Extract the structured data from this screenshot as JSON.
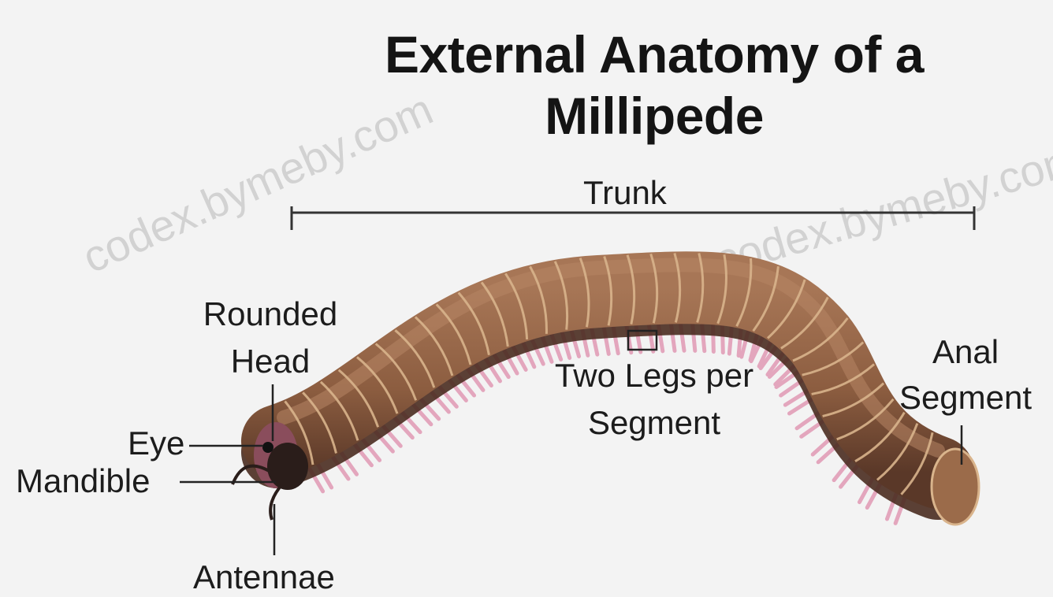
{
  "title": {
    "line1": "External Anatomy of a",
    "line2": "Millipede"
  },
  "watermark": "codex.bymeby.com",
  "labels": {
    "trunk": "Trunk",
    "rounded_head_1": "Rounded",
    "rounded_head_2": "Head",
    "eye": "Eye",
    "mandible": "Mandible",
    "antennae": "Antennae",
    "two_legs_1": "Two Legs per",
    "two_legs_2": "Segment",
    "anal_1": "Anal",
    "anal_2": "Segment"
  },
  "colors": {
    "body": "#9b6b4a",
    "body_dark": "#5e3b2a",
    "segment_lines": "#d9b48c",
    "legs": "#e3a6bd",
    "head": "#2a1d1a",
    "label_lines": "#222222"
  }
}
